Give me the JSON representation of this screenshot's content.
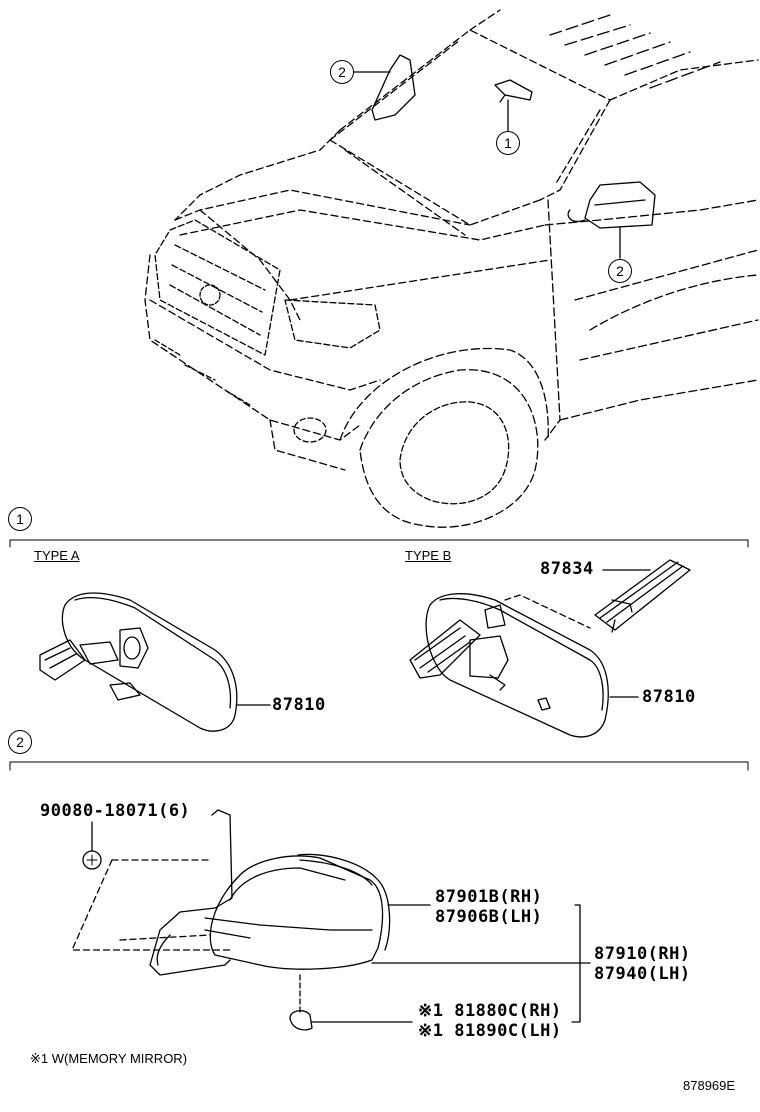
{
  "callouts": {
    "one": "1",
    "two": "2"
  },
  "section1": {
    "type_a": "TYPE A",
    "type_b": "TYPE B",
    "part_87834": "87834",
    "part_87810_a": "87810",
    "part_87810_b": "87810"
  },
  "section2": {
    "bolt": "90080-18071(6)",
    "cover_rh": "87901B(RH)",
    "cover_lh": "87906B(LH)",
    "mirror_rh": "87910(RH)",
    "mirror_lh": "87940(LH)",
    "lamp_rh": "※1 81880C(RH)",
    "lamp_lh": "※1 81890C(LH)"
  },
  "footnote": "※1 W(MEMORY MIRROR)",
  "drawing_id": "878969E"
}
